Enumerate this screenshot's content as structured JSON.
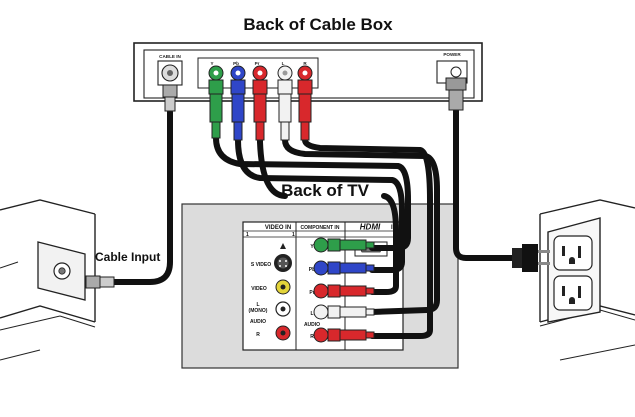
{
  "title_cable_box": "Back of Cable Box",
  "title_tv": "Back of TV",
  "cable_input_label": "Cable Input",
  "cable_box": {
    "cable_in": "CABLE IN",
    "power": "POWER",
    "jacks": [
      "Y",
      "Pb",
      "Pr",
      "L",
      "R"
    ]
  },
  "tv_panel": {
    "video_in": "VIDEO IN",
    "component_in": "COMPONENT IN",
    "hdmi": "HDMI",
    "in": "IN",
    "num_left": "1",
    "num_mid": "1",
    "num_right": "1",
    "s_video": "S VIDEO",
    "video": "VIDEO",
    "l": "L",
    "mono": "(MONO)",
    "audio": "AUDIO",
    "r": "R",
    "comp_y": "Y",
    "comp_pb": "Pb",
    "comp_pr": "Pr",
    "comp_l": "L",
    "comp_audio": "AUDIO",
    "comp_r": "R"
  },
  "colors": {
    "green": "#2e9e4a",
    "blue": "#2f46c8",
    "red": "#d8282c",
    "white": "#f2f2f2",
    "tv_back": "#dcdcdc"
  }
}
